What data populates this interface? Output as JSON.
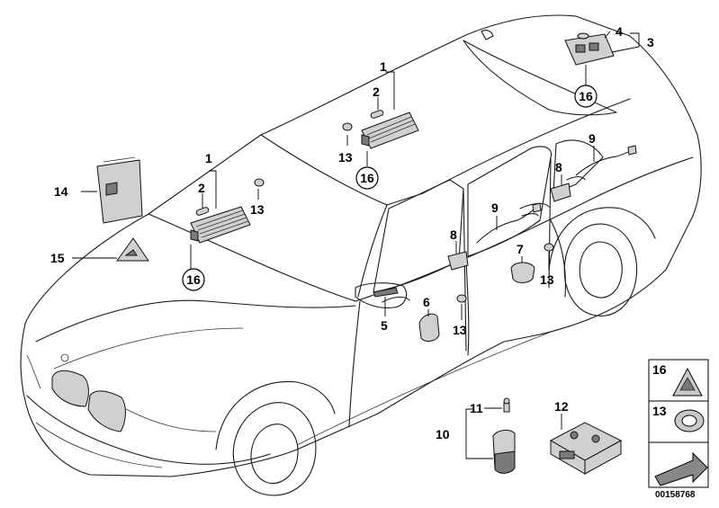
{
  "diagram": {
    "callouts": {
      "c1a": "1",
      "c2a": "2",
      "c13a": "13",
      "c16a": "16",
      "c1b": "1",
      "c2b": "2",
      "c13b": "13",
      "c16b": "16",
      "c3": "3",
      "c4": "4",
      "c16c": "16",
      "c5": "5",
      "c6": "6",
      "c7": "7",
      "c8a": "8",
      "c8b": "8",
      "c9a": "9",
      "c9b": "9",
      "c10": "10",
      "c11": "11",
      "c12": "12",
      "c13c": "13",
      "c13d": "13",
      "c14": "14",
      "c15": "15"
    },
    "legend": {
      "item16": "16",
      "item13": "13"
    },
    "doc_number": "00158768"
  }
}
